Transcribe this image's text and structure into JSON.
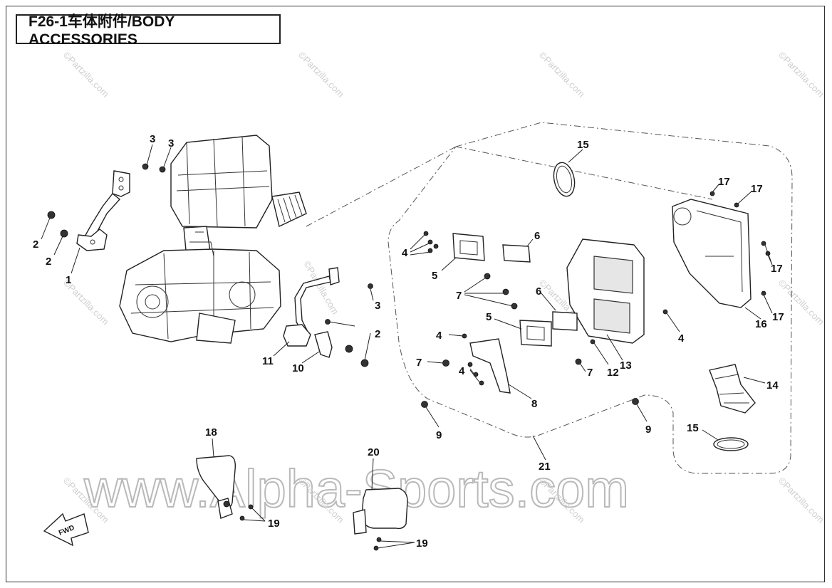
{
  "title": "F26-1车体附件/BODY ACCESSORIES",
  "watermark": {
    "main": "www.Alpha-Sports.com",
    "small": "©Partzilla.com"
  },
  "fwd_label": "FWD",
  "callouts": {
    "c1": "1",
    "c2a": "2",
    "c2b": "2",
    "c2c": "2",
    "c3a": "3",
    "c3b": "3",
    "c3c": "3",
    "c4a": "4",
    "c4b": "4",
    "c4c": "4",
    "c4d": "4",
    "c5a": "5",
    "c5b": "5",
    "c6a": "6",
    "c6b": "6",
    "c7a": "7",
    "c7b": "7",
    "c7c": "7",
    "c8": "8",
    "c9a": "9",
    "c9b": "9",
    "c10": "10",
    "c11": "11",
    "c12": "12",
    "c13": "13",
    "c14": "14",
    "c15a": "15",
    "c15b": "15",
    "c16": "16",
    "c17a": "17",
    "c17b": "17",
    "c17c": "17",
    "c17d": "17",
    "c18": "18",
    "c19a": "19",
    "c19b": "19",
    "c20": "20",
    "c21": "21"
  }
}
